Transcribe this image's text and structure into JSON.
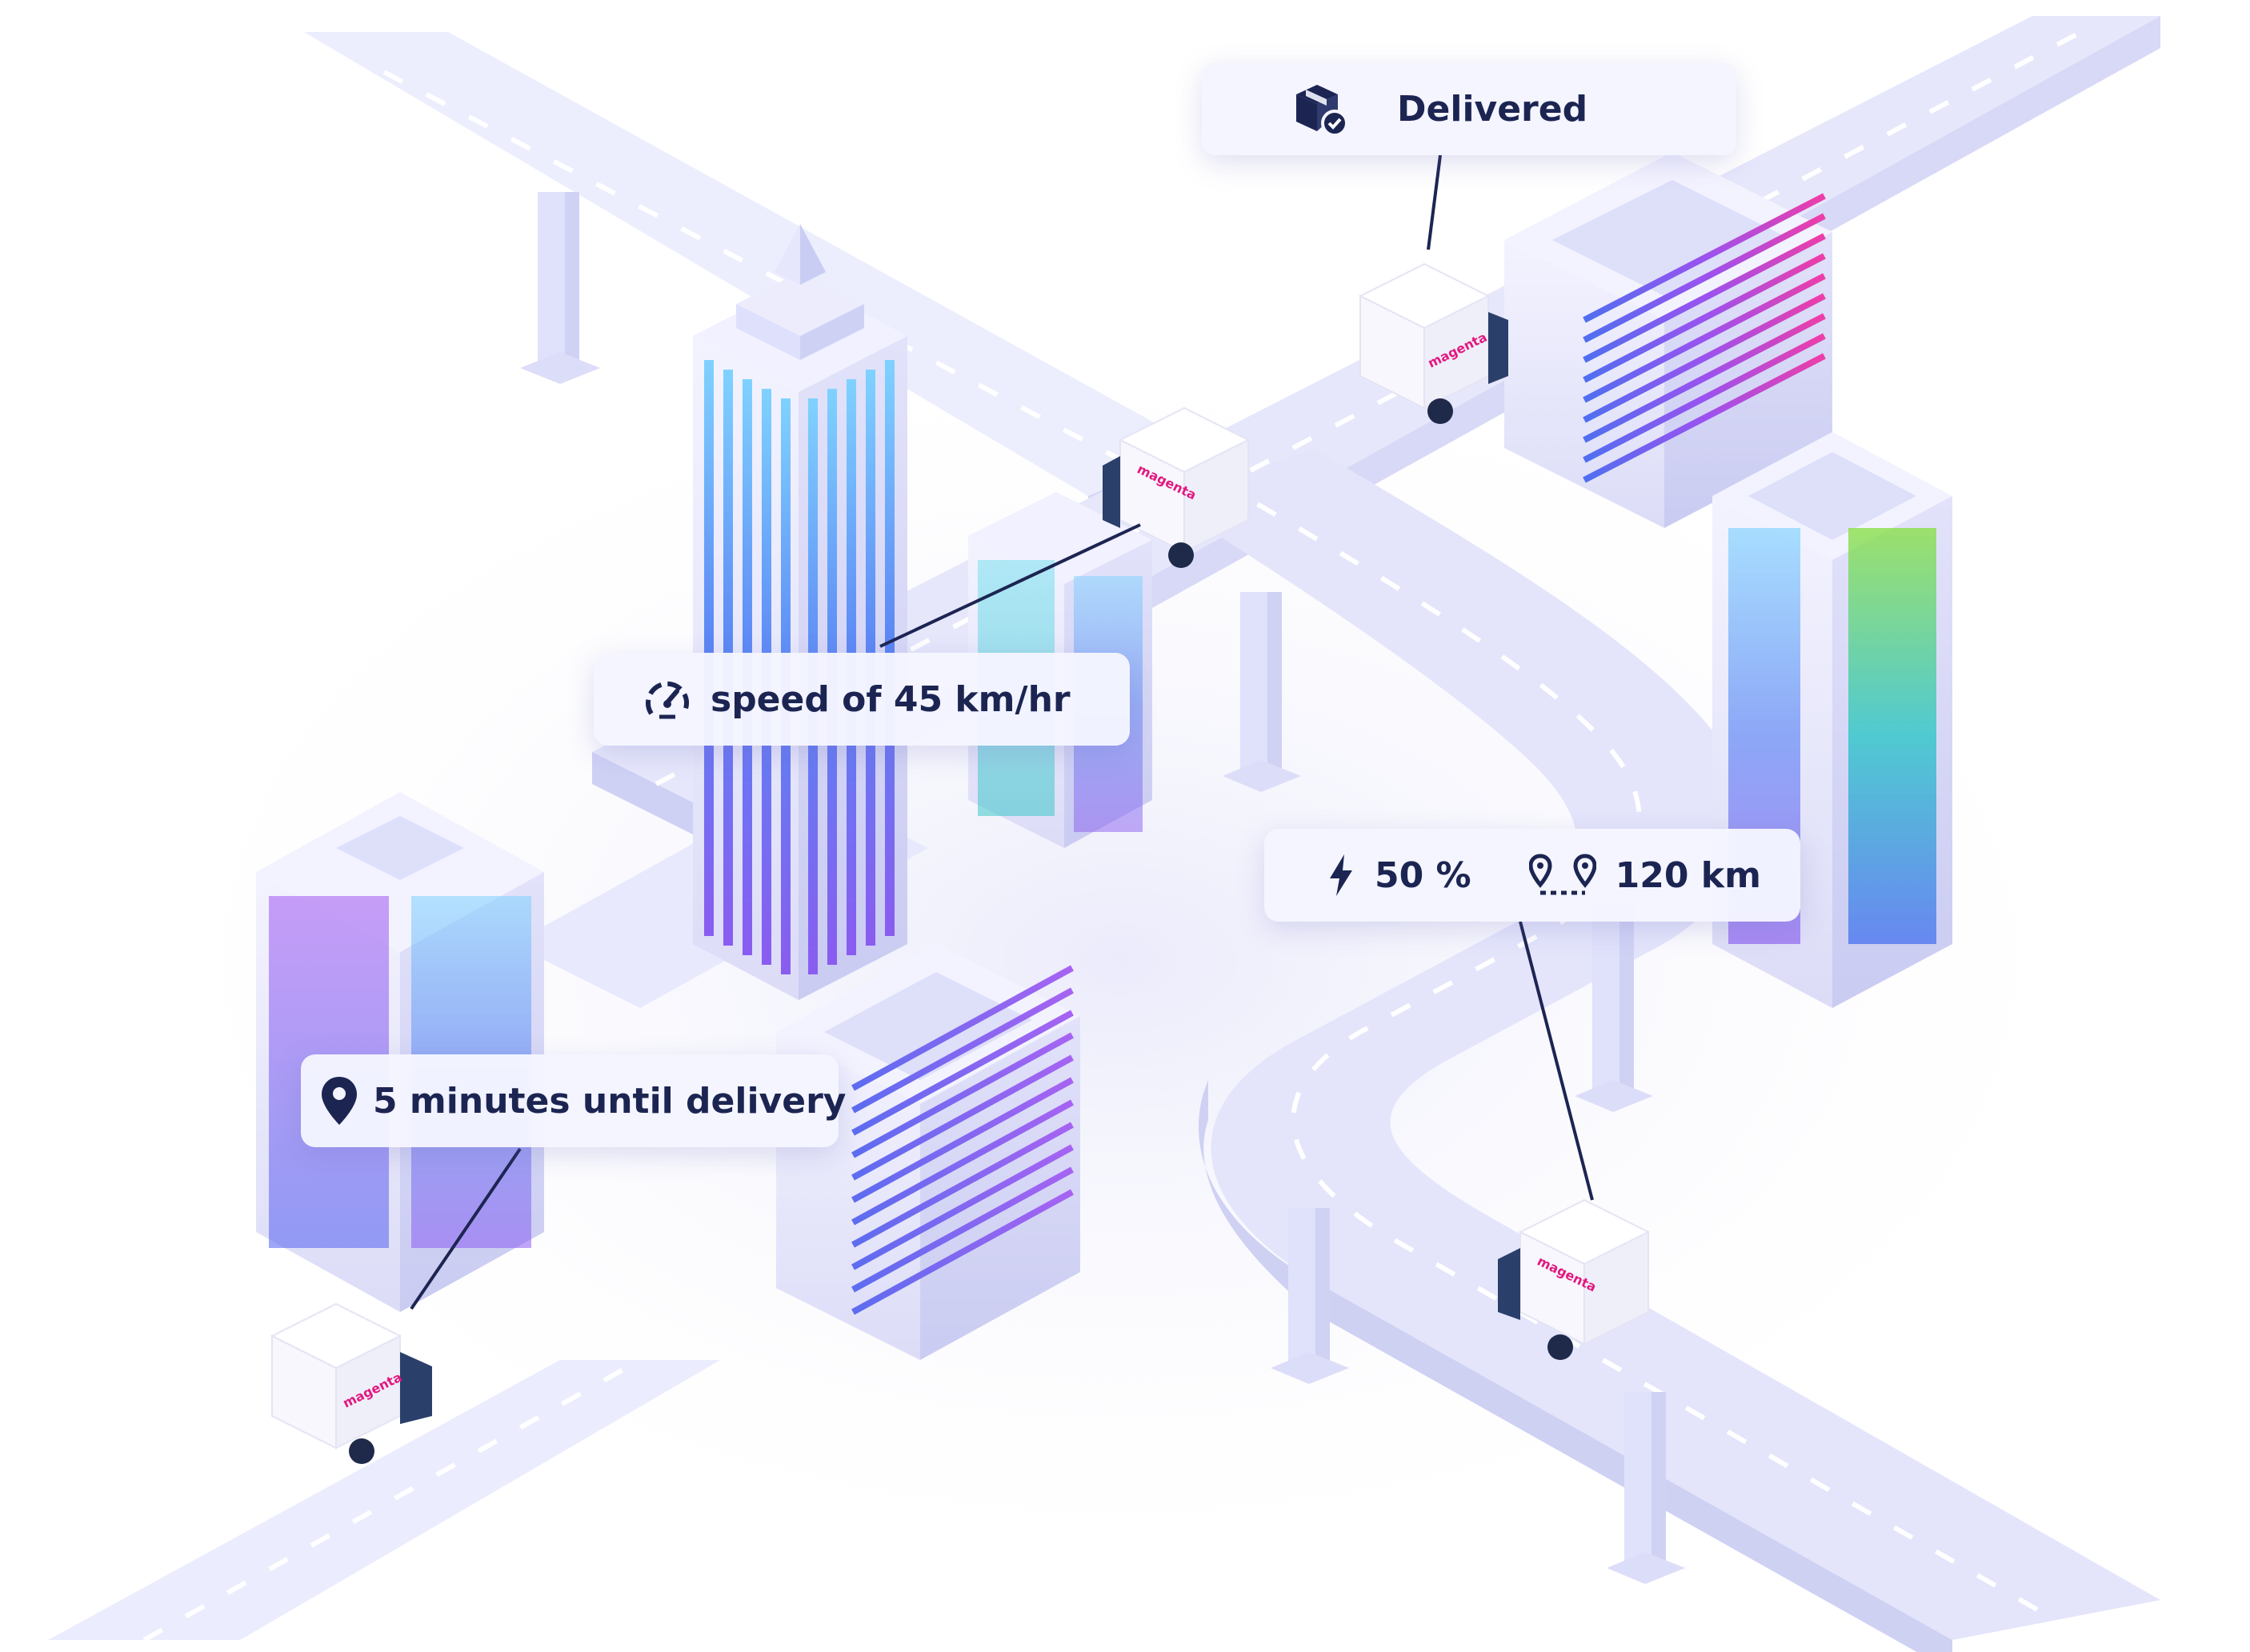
{
  "callouts": {
    "delivered": {
      "label": "Delivered",
      "icon": "package-check-icon"
    },
    "speed": {
      "label": "speed of 45 km/hr",
      "icon": "speedometer-icon"
    },
    "battery": {
      "battery_label": "50 %",
      "battery_icon": "lightning-bolt-icon",
      "range_label": "120 km",
      "range_icon": "route-pins-icon"
    },
    "eta": {
      "label": "5 minutes until delivery",
      "icon": "map-pin-icon"
    }
  },
  "vehicle": {
    "brand": "magenta"
  },
  "colors": {
    "accent": "#e2187f",
    "text": "#1c2552",
    "road": "#e4e5fa",
    "tower_blue": "#5a7cf0",
    "tower_purple": "#8a5ef0",
    "tower_green": "#46d27a"
  }
}
